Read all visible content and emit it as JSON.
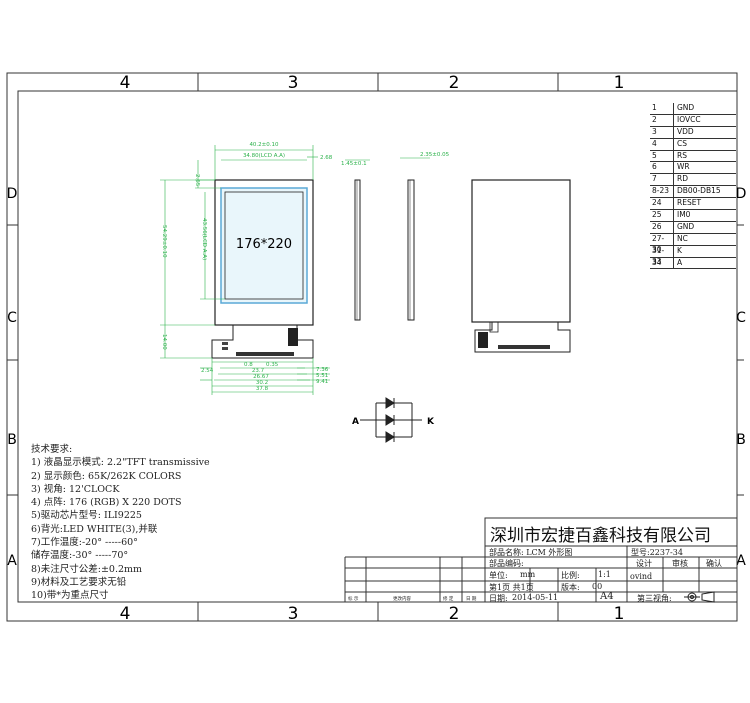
{
  "frame": {
    "col_labels": [
      "4",
      "3",
      "2",
      "1"
    ],
    "row_labels": [
      "D",
      "C",
      "B",
      "A"
    ]
  },
  "drawing": {
    "dim_outer_width": "40.2±0.10",
    "dim_aa_width": "34.80(LCD A.A)",
    "dim_top_offset": "2.68",
    "dim_left_offset": "2.65",
    "dim_aa_height": "43.56(LCD A.A)",
    "dim_outer_height": "54.29±0.10",
    "dim_fpc_height": "14.00",
    "dim_thickness_a": "1.45±0.1",
    "dim_thickness_b": "2.35±0.05",
    "dim_fpc_1": "7.36",
    "dim_fpc_2": "5.51",
    "dim_fpc_3": "9.41",
    "dim_bottom_1": "2.54",
    "dim_bottom_2": "0.8",
    "dim_bottom_3": "0.35",
    "dim_bottom_4": "23.7",
    "dim_bottom_5": "26.67",
    "dim_bottom_6": "30.2",
    "dim_bottom_7": "37.8",
    "resolution": "176*220",
    "backlight_anode": "A",
    "backlight_cathode": "K"
  },
  "pin_table": [
    {
      "num": "1",
      "name": "GND"
    },
    {
      "num": "2",
      "name": "IOVCC"
    },
    {
      "num": "3",
      "name": "VDD"
    },
    {
      "num": "4",
      "name": "CS"
    },
    {
      "num": "5",
      "name": "RS"
    },
    {
      "num": "6",
      "name": "WR"
    },
    {
      "num": "7",
      "name": "RD"
    },
    {
      "num": "8-23",
      "name": "DB00-DB15"
    },
    {
      "num": "24",
      "name": "RESET"
    },
    {
      "num": "25",
      "name": "IM0"
    },
    {
      "num": "26",
      "name": "GND"
    },
    {
      "num": "27-30",
      "name": "NC"
    },
    {
      "num": "31-33",
      "name": "K"
    },
    {
      "num": "34",
      "name": "A"
    }
  ],
  "notes": [
    "技术要求:",
    "1) 液晶显示模式: 2.2\"TFT  transmissive",
    "2) 显示颜色: 65K/262K COLORS",
    "3) 视角: 12'CLOCK",
    "4) 点阵: 176 (RGB) X 220 DOTS",
    "5)驱动芯片型号: ILI9225",
    "6)背光:LED WHITE(3),并联",
    "7)工作温度:-20° -----60°",
    "   储存温度:-30° -----70°",
    "8)未注尺寸公差:±0.2mm",
    "9)材料及工艺要求无铅",
    "10)带*为重点尺寸"
  ],
  "title_block": {
    "company": "深圳市宏捷百鑫科技有限公司",
    "part_name_label": "部品名称: LCM 外形图",
    "model_label": "型号:2237-34",
    "part_code_label": "部品编码:",
    "design_label": "设计",
    "review_label": "审核",
    "confirm_label": "确认",
    "unit_label": "单位:",
    "unit_value": "mm",
    "scale_label": "比例:",
    "scale_value": "1:1",
    "designer": "ovind",
    "page_label": "第1页 共1页",
    "version_label": "版本:",
    "version_value": "00",
    "date_label": "日期:",
    "date_value": "2014-05-11",
    "paper_size": "A4",
    "view_label": "第三视角:",
    "rev_col_1": "标 示",
    "rev_col_2": "更改内容",
    "rev_col_3": "修 定",
    "rev_col_4": "日 期"
  }
}
